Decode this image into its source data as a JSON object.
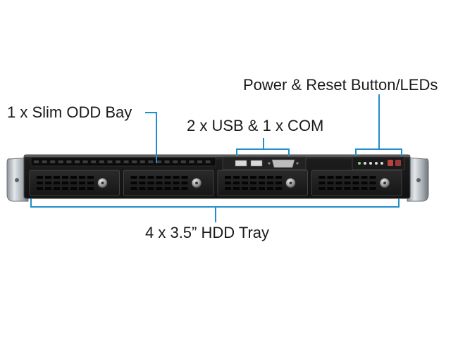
{
  "labels": {
    "power_reset": "Power & Reset Button/LEDs",
    "slim_odd": "1 x Slim ODD Bay",
    "usb_com": "2 x USB & 1 x COM",
    "hdd_tray": "4 x 3.5” HDD Tray"
  },
  "chassis": {
    "drive_bays": 4,
    "usb_ports": 2,
    "com_ports": 1
  },
  "colors": {
    "leader_line": "#1f8ec9",
    "chassis_face": "#1c1c1c",
    "rack_ear": "#b9bec4",
    "text": "#1a1a1a"
  }
}
